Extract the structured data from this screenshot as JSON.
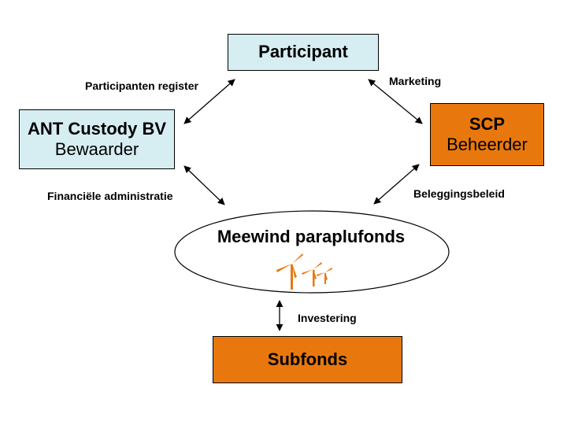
{
  "participant": {
    "title": "Participant"
  },
  "ant": {
    "title": "ANT Custody BV",
    "role": "Bewaarder"
  },
  "scp": {
    "title": "SCP",
    "role": "Beheerder"
  },
  "fund": {
    "title": "Meewind paraplufonds",
    "icon": "wind-turbines-icon"
  },
  "subfonds": {
    "title": "Subfonds"
  },
  "relations": {
    "participant_ant": "Participanten register",
    "participant_scp": "Marketing",
    "ant_fund": "Financiële administratie",
    "scp_fund": "Beleggingsbeleid",
    "fund_subfonds": "Investering"
  },
  "colors": {
    "light_box": "#d6eef2",
    "orange_box": "#e8780e",
    "turbine": "#e8780e"
  }
}
